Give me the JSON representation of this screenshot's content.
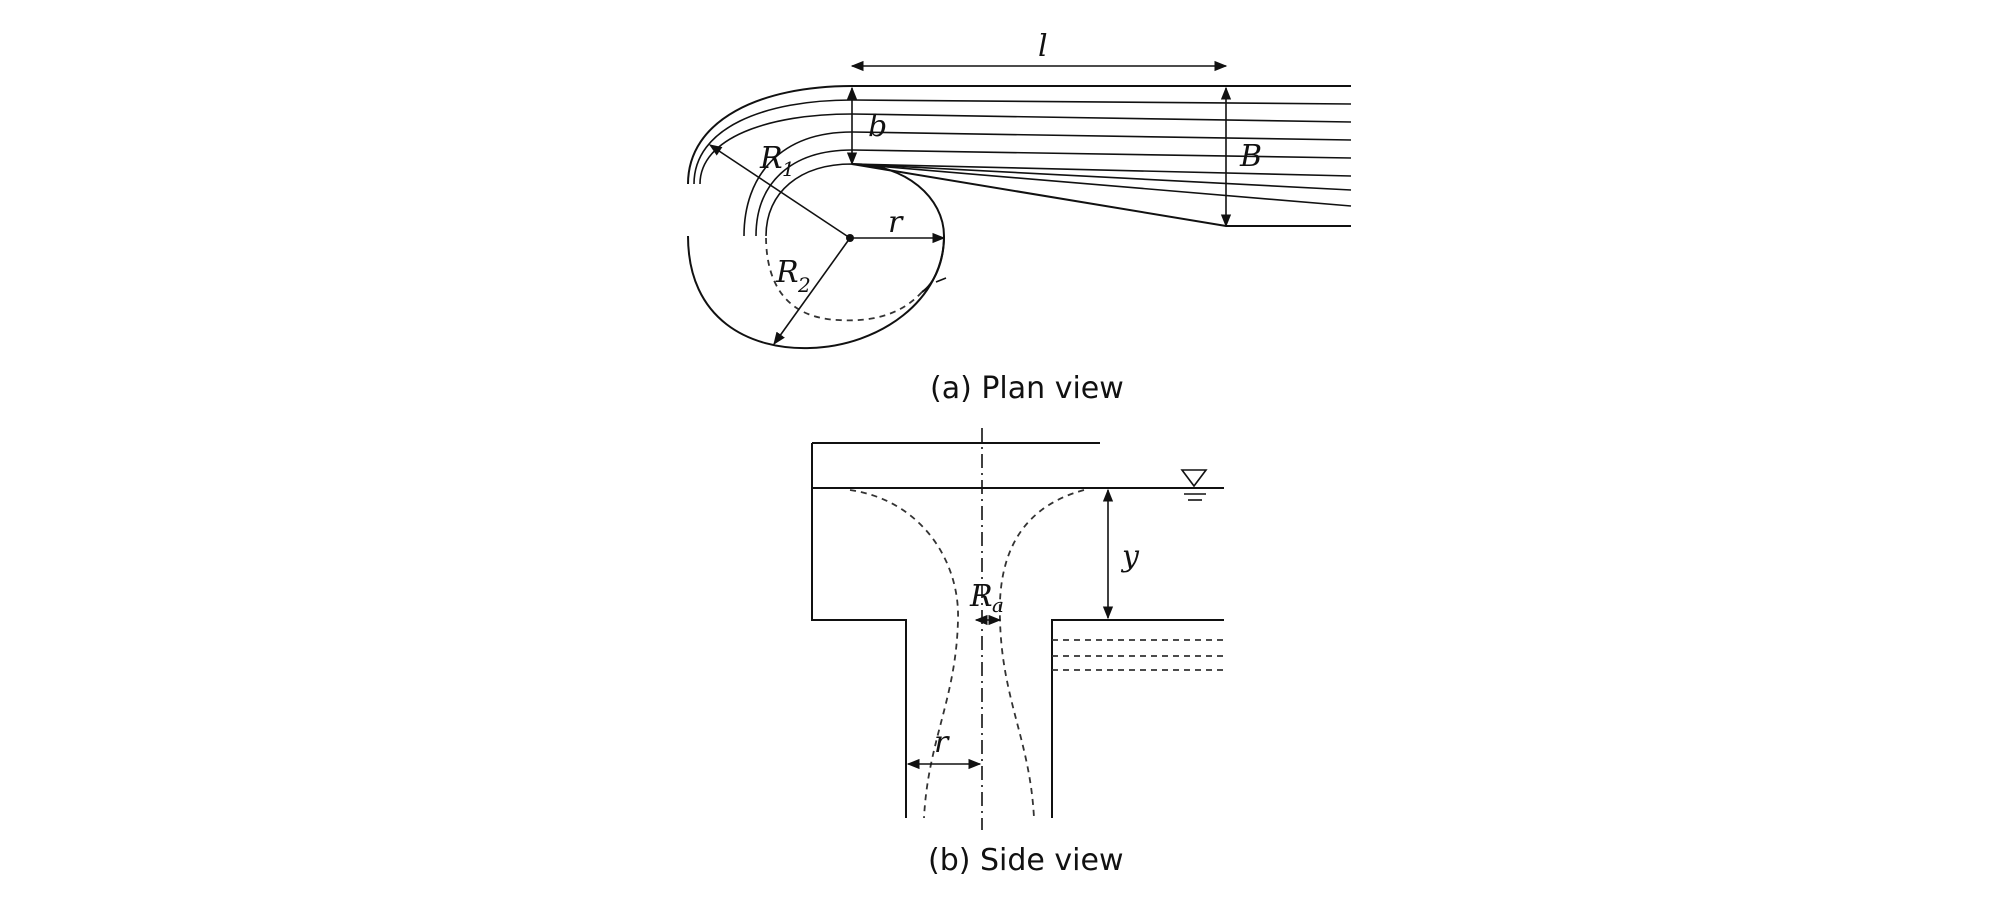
{
  "plan_view": {
    "caption": "(a) Plan view",
    "labels": {
      "l": "l",
      "b": "b",
      "B": "B",
      "R1_main": "R",
      "R1_sub": "1",
      "r": "r",
      "R2_main": "R",
      "R2_sub": "2"
    }
  },
  "side_view": {
    "caption": "(b) Side view",
    "labels": {
      "y": "y",
      "Ra_main": "R",
      "Ra_sub": "a",
      "r": "r"
    }
  }
}
